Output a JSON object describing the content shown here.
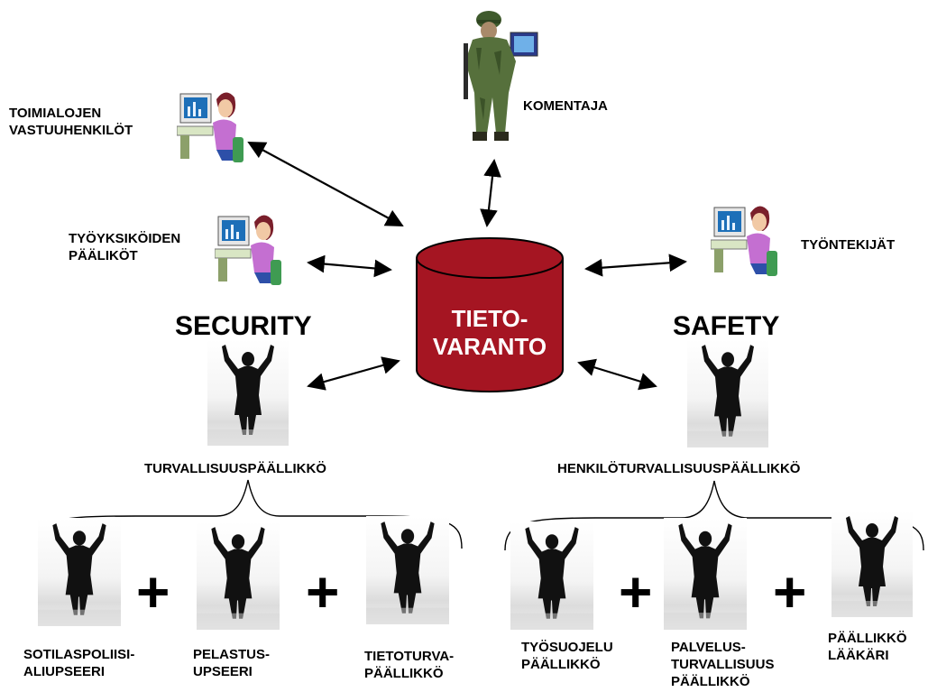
{
  "center_db": {
    "line1": "TIETO-",
    "line2": "VARANTO",
    "fill": "#a51522"
  },
  "nodes": {
    "komentaja": "KOMENTAJA",
    "toimialojen": [
      "TOIMIALOJEN",
      "VASTUUHENKILÖT"
    ],
    "tyoyksikoiden": [
      "TYÖYKSIKÖIDEN",
      "PÄÄLIKÖT"
    ],
    "tyontekijat": "TYÖNTEKIJÄT"
  },
  "security": {
    "heading": "SECURITY",
    "lead": "TURVALLISUUSPÄÄLLIKKÖ",
    "members": [
      {
        "lines": [
          "SOTILASPOLIISI-",
          "ALIUPSEERI"
        ]
      },
      {
        "lines": [
          "PELASTUS-",
          "UPSEERI"
        ]
      },
      {
        "lines": [
          "TIETOTURVA-",
          "PÄÄLLIKKÖ"
        ]
      }
    ]
  },
  "safety": {
    "heading": "SAFETY",
    "lead": "HENKILÖTURVALLISUUSPÄÄLLIKKÖ",
    "members": [
      {
        "lines": [
          "TYÖSUOJELU",
          "PÄÄLLIKKÖ"
        ]
      },
      {
        "lines": [
          "PALVELUS-",
          "TURVALLISUUS",
          "PÄÄLLIKKÖ"
        ]
      },
      {
        "lines": [
          "PÄÄLLIKKÖ",
          "LÄÄKÄRI"
        ]
      }
    ]
  },
  "plus_symbol": "+"
}
